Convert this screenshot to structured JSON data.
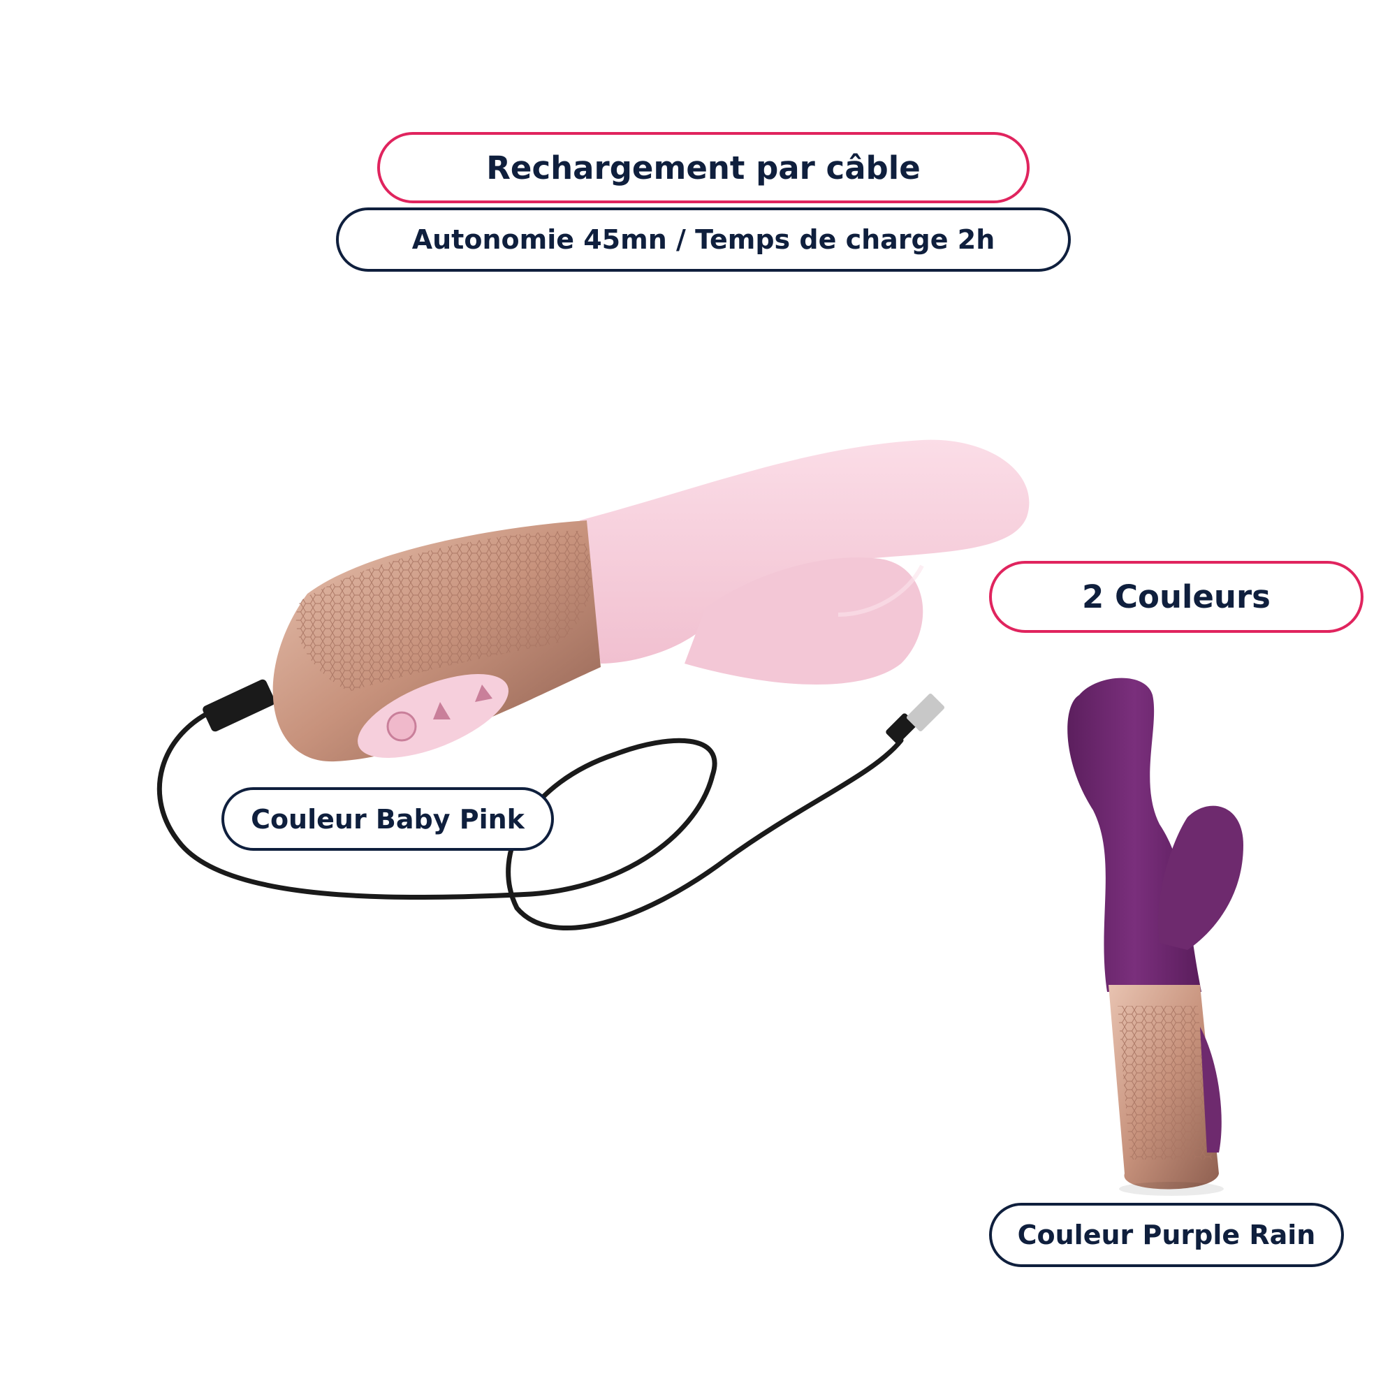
{
  "badges": {
    "recharge": "Rechargement par câble",
    "autonomy": "Autonomie 45mn / Temps de charge 2h",
    "colors_count": "2 Couleurs",
    "pink_variant": "Couleur Baby Pink",
    "purple_variant": "Couleur Purple Rain"
  },
  "colors": {
    "accent_border": "#e0245e",
    "navy_border": "#0f1f3d",
    "text": "#0f1f3d",
    "baby_pink": "#f6cfdc",
    "purple_rain": "#6e2a6e",
    "rose_gold": "#c99a84"
  }
}
